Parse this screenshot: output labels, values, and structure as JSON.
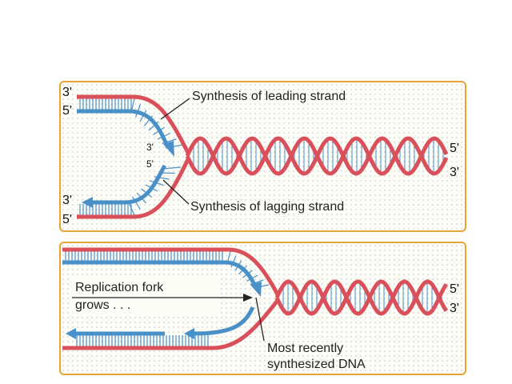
{
  "top_panel": {
    "left_strand_top_3": "3'",
    "left_strand_top_5": "5'",
    "fork_3": "3'",
    "fork_5": "5'",
    "left_strand_bottom_3": "3'",
    "left_strand_bottom_5": "5'",
    "right_5": "5'",
    "right_3": "3'",
    "leading_label": "Synthesis of leading strand",
    "lagging_label": "Synthesis of lagging strand"
  },
  "bottom_panel": {
    "fork_label_line1": "Replication fork",
    "fork_label_line2": "grows . . .",
    "recent_label_line1": "Most recently",
    "recent_label_line2": "synthesized DNA",
    "right_5": "5'",
    "right_3": "3'"
  },
  "colors": {
    "parent_strand": "#d9505a",
    "new_strand": "#4a90c8",
    "rungs": "#4a90c8",
    "border": "#e6a532",
    "label_line": "#222222"
  }
}
